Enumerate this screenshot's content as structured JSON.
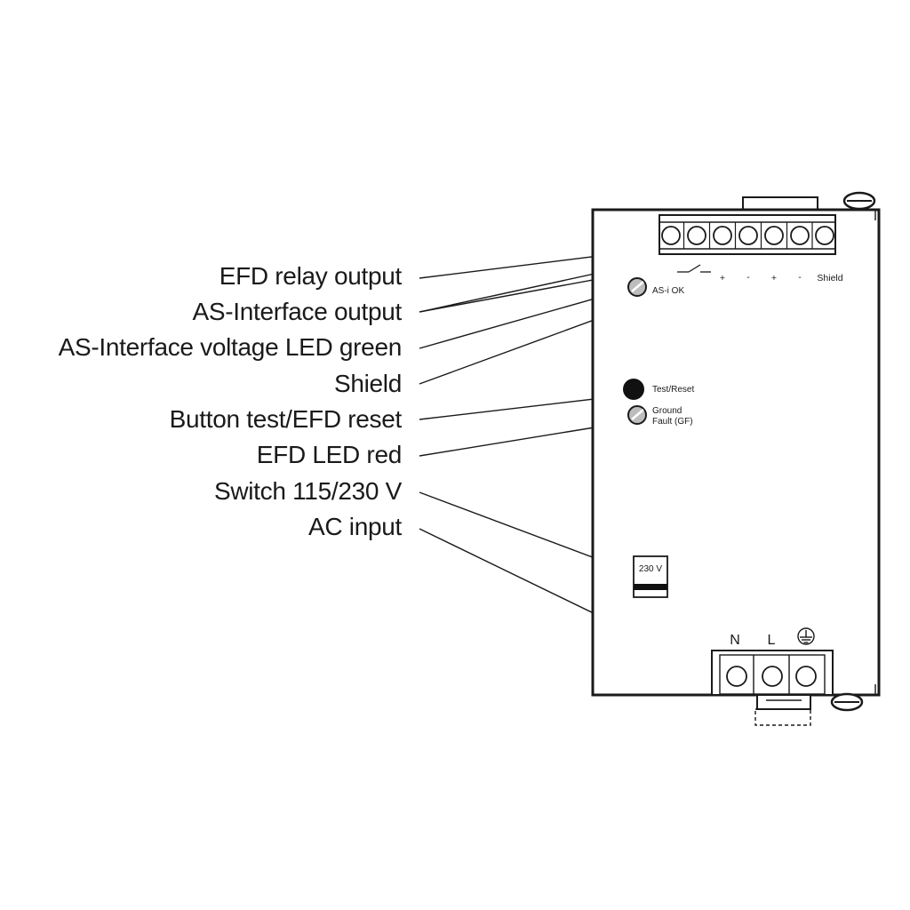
{
  "callouts": [
    "EFD relay output",
    "AS-Interface output",
    "AS-Interface voltage LED green",
    "Shield",
    "Button test/EFD reset",
    "EFD LED red",
    "Switch 115/230 V",
    "AC input"
  ],
  "device": {
    "top_terminal_marks": {
      "plus1": "+",
      "minus1": "-",
      "plus2": "+",
      "minus2": "-",
      "shield": "Shield"
    },
    "asi_led_label": "AS-i OK",
    "test_button_label": "Test/Reset",
    "gf_led_label_line1": "Ground",
    "gf_led_label_line2": "Fault (GF)",
    "voltage_switch_label": "230 V",
    "bottom_terminal_labels": {
      "n": "N",
      "l": "L"
    }
  }
}
